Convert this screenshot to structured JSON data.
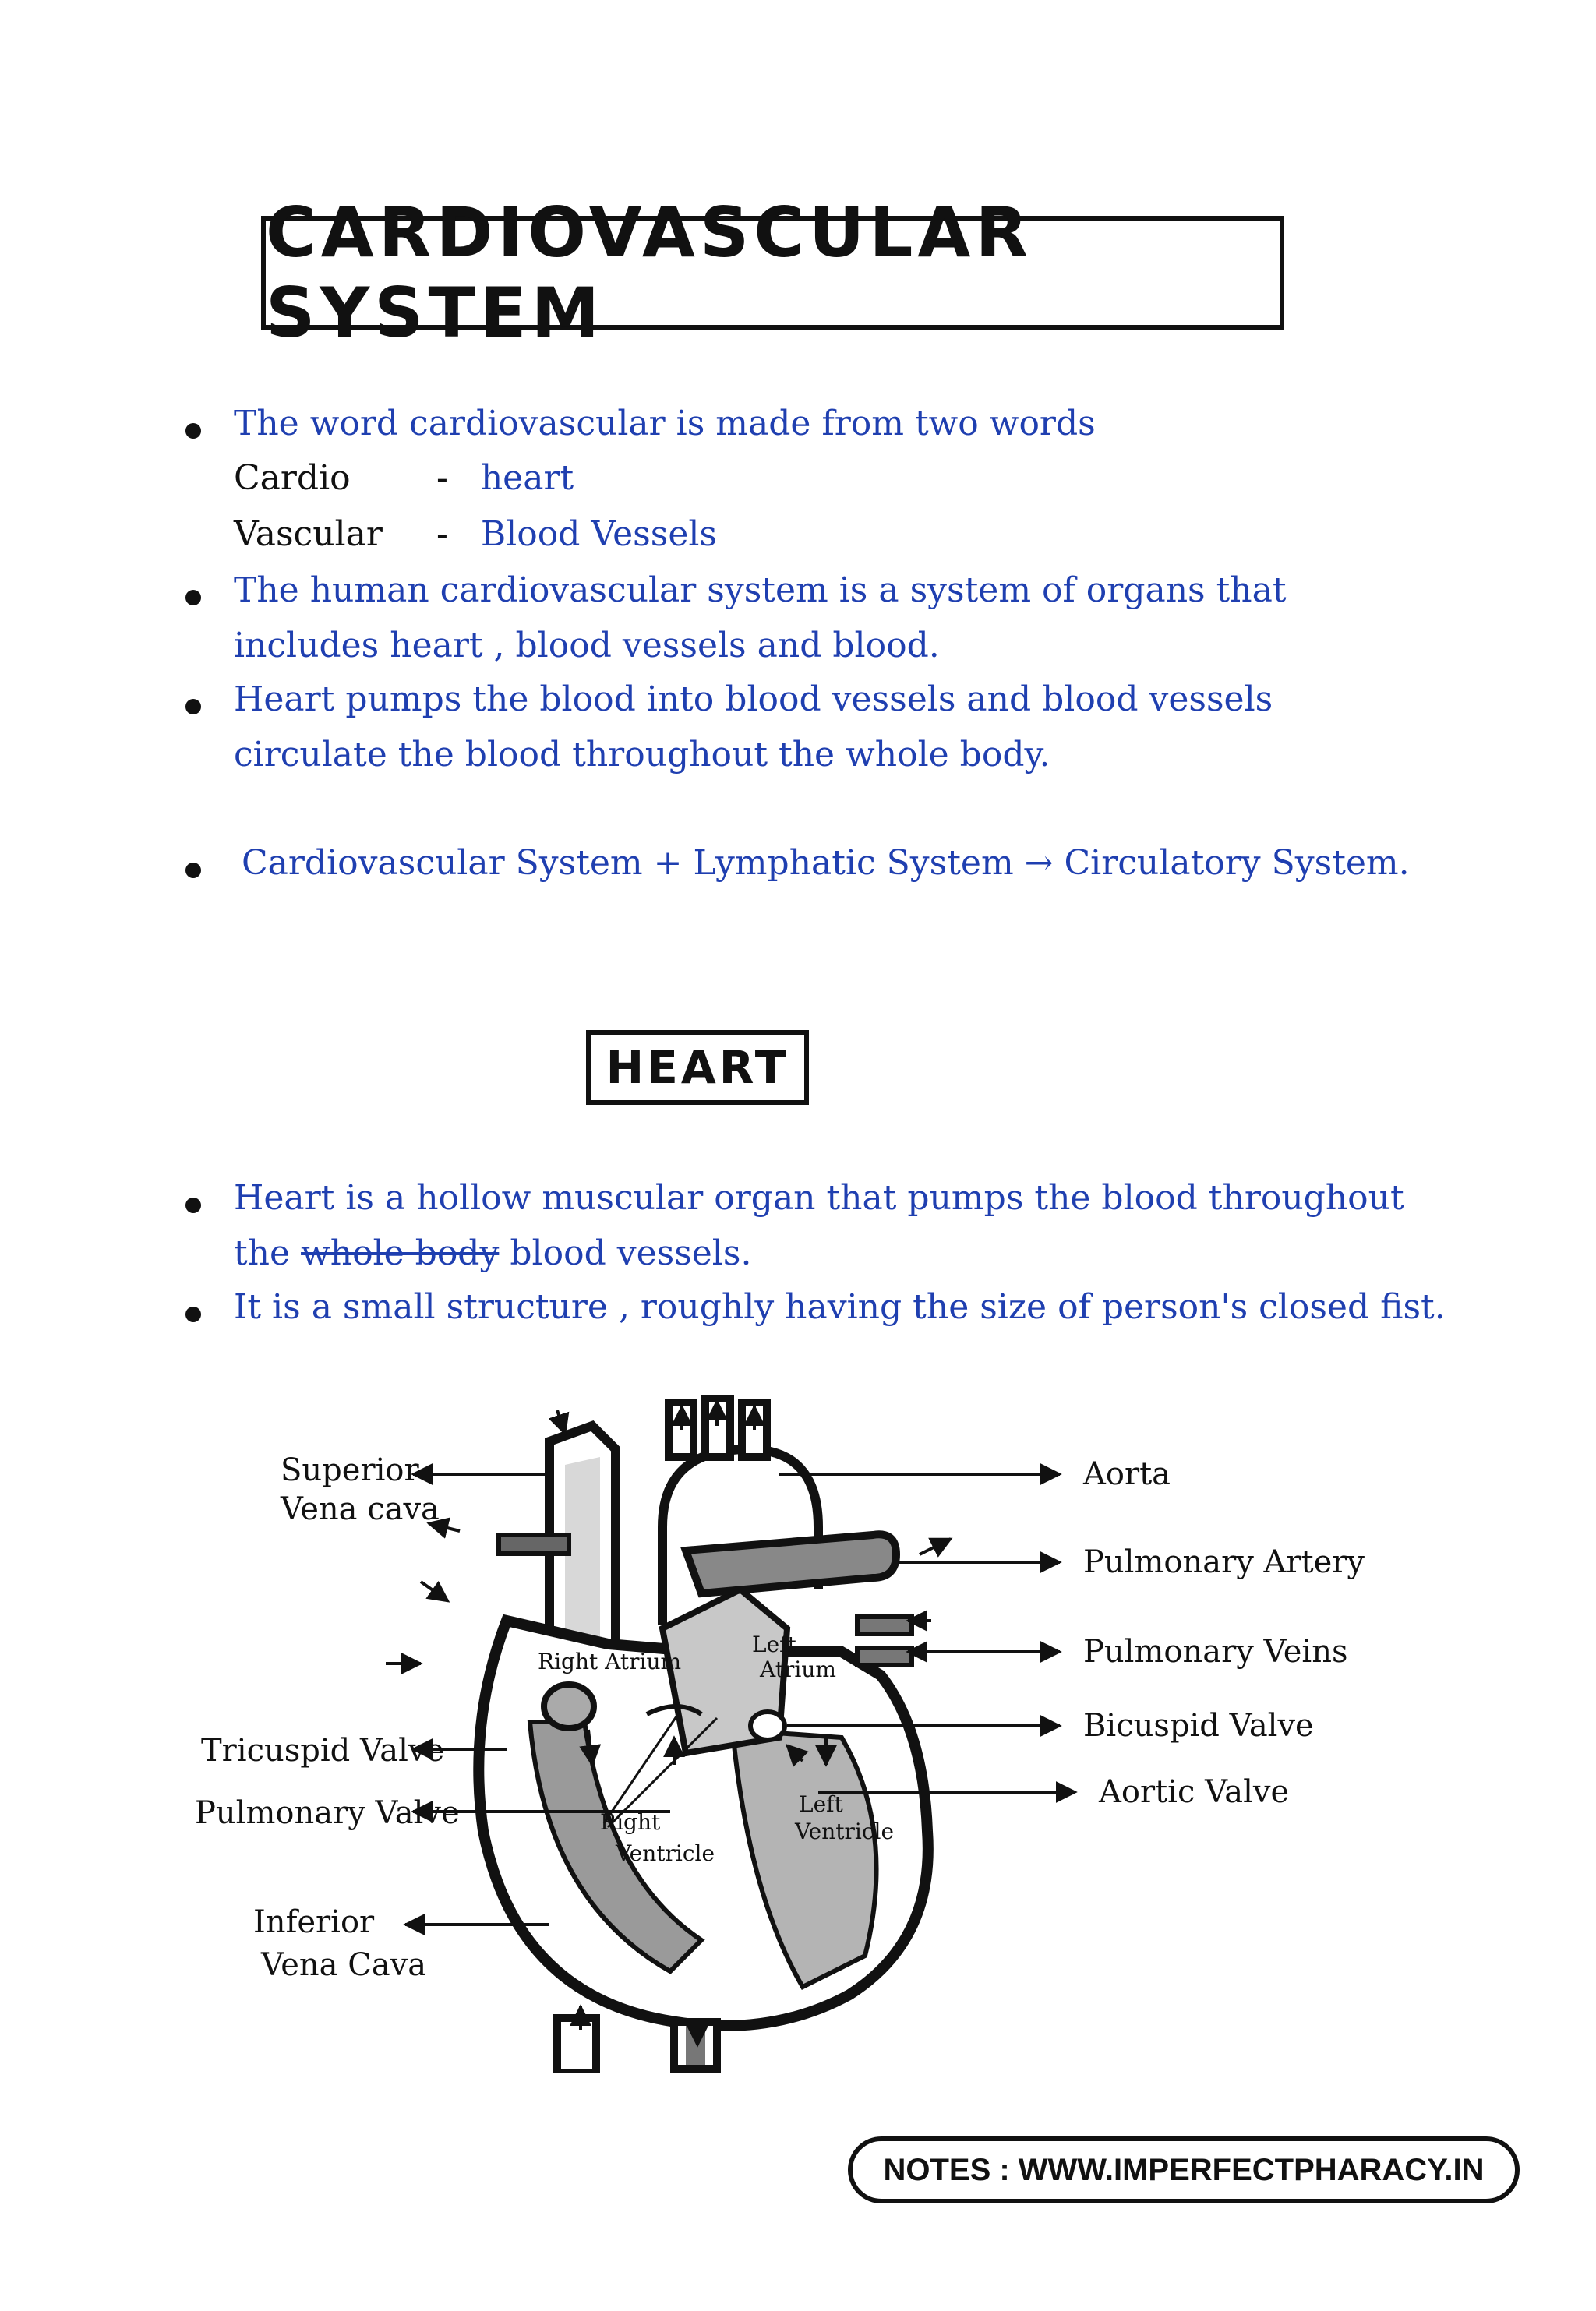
{
  "title": "CARDIOVASCULAR SYSTEM",
  "intro": {
    "line1": "The word cardiovascular is made from two words",
    "terms": [
      {
        "term": "Cardio",
        "sep": "-",
        "meaning": "heart"
      },
      {
        "term": "Vascular",
        "sep": "-",
        "meaning": "Blood Vessels"
      }
    ],
    "point2_a": "The human cardiovascular system is a system of organs that",
    "point2_b": "includes heart , blood vessels and blood.",
    "point3_a": "Heart pumps the blood into blood vessels and blood vessels",
    "point3_b": "circulate the blood throughout the whole body.",
    "point4": "Cardiovascular System + Lymphatic System → Circulatory System."
  },
  "heart_heading": "HEART",
  "heart_notes": {
    "point1_a": "Heart is a hollow muscular organ that pumps the blood throughout",
    "point1_b_prefix": "the",
    "point1_b_struck": "whole body",
    "point1_b_suffix": "blood vessels.",
    "point2": "It is a small structure , roughly having the size of person's closed fist."
  },
  "diagram": {
    "left_labels": {
      "superior_1": "Superior",
      "superior_2": "Vena cava",
      "tricuspid": "Tricuspid Valve",
      "pulmonary_valve": "Pulmonary Valve",
      "inferior_1": "Inferior",
      "inferior_2": "Vena Cava"
    },
    "right_labels": {
      "aorta": "Aorta",
      "pulmonary_artery": "Pulmonary Artery",
      "pulmonary_veins": "Pulmonary Veins",
      "bicuspid": "Bicuspid Valve",
      "aortic": "Aortic Valve"
    },
    "inner_labels": {
      "right_atrium": "Right Atrium",
      "left_atrium_1": "Left",
      "left_atrium_2": "Atrium",
      "right_ventricle_1": "Right",
      "right_ventricle_2": "Ventricle",
      "left_ventricle_1": "Left",
      "left_ventricle_2": "Ventricle"
    }
  },
  "footer": "NOTES : WWW.IMPERFECTPHARACY.IN",
  "colors": {
    "ink": "#111111",
    "blue_ink": "#1f3fb0",
    "shade": "#8a8a8a"
  }
}
